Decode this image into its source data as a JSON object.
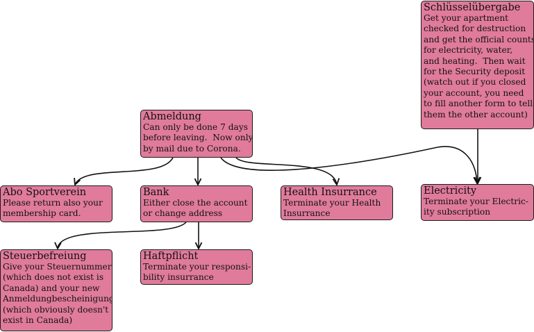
{
  "colors": {
    "node_fill": "#e07b9c",
    "node_border": "#1a1a1a",
    "edge": "#111111",
    "background": "#ffffff"
  },
  "nodes": {
    "schluessel": {
      "title": "Schlüsselübergabe",
      "body": "Get your apartment\nchecked for destruction\nand get the official counts\nfor electricity, water,\nand heating.  Then wait\nfor the Security deposit\n(watch out if you closed\nyour account, you need\nto fill another form to tell\nthem the other account)"
    },
    "abmeldung": {
      "title": "Abmeldung",
      "body": "Can only be done 7 days\nbefore leaving.  Now only\nby mail due to Corona."
    },
    "abo": {
      "title": "Abo Sportverein",
      "body": "Please return also your\nmembership card."
    },
    "bank": {
      "title": "Bank",
      "body": "Either close the account\nor change address"
    },
    "health": {
      "title": "Health Insurrance",
      "body": "Terminate your Health\nInsurrance"
    },
    "electricity": {
      "title": "Electricity",
      "body": "Terminate your Electric-\nity subscription"
    },
    "steuer": {
      "title": "Steuerbefreiung",
      "body": "Give your Steuernummer\n(which does not exist is\nCanada) and your new\nAnmeldungbescheinigung\n(which obviously doesn't\nexist in Canada)"
    },
    "haftpflicht": {
      "title": "Haftpflicht",
      "body": "Terminate your responsi-\nbility insurrance"
    }
  },
  "edges": [
    {
      "from": "abmeldung",
      "to": "abo"
    },
    {
      "from": "abmeldung",
      "to": "bank"
    },
    {
      "from": "abmeldung",
      "to": "health"
    },
    {
      "from": "abmeldung",
      "to": "electricity"
    },
    {
      "from": "schluessel",
      "to": "electricity"
    },
    {
      "from": "bank",
      "to": "steuer"
    },
    {
      "from": "bank",
      "to": "haftpflicht"
    }
  ]
}
